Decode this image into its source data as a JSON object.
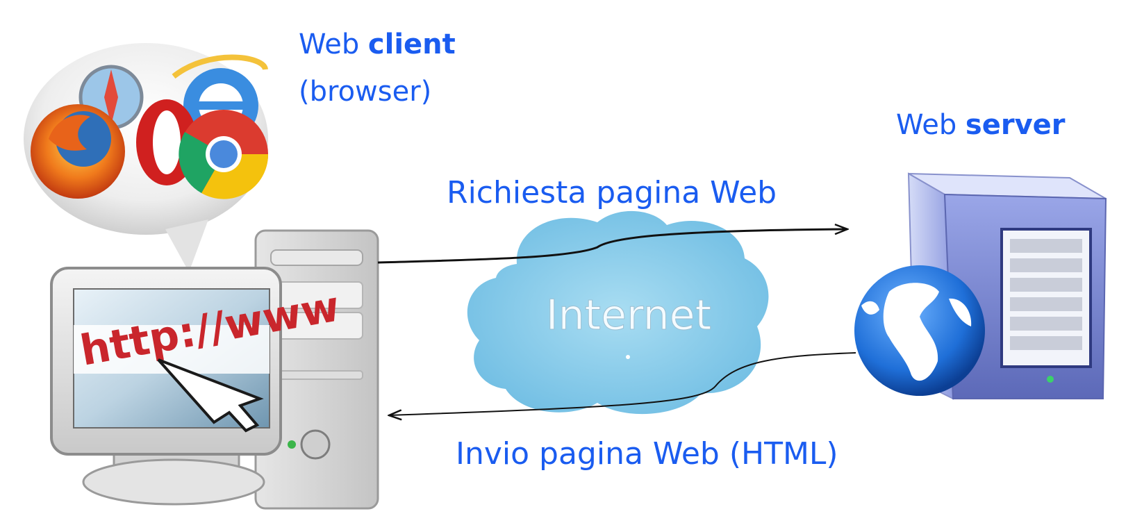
{
  "labels": {
    "client_prefix": "Web ",
    "client_bold": "client",
    "client_sub": "(browser)",
    "server_prefix": "Web ",
    "server_bold": "server",
    "request": "Richiesta pagina Web",
    "response": "Invio pagina Web (HTML)"
  },
  "cloud": {
    "text": "Internet"
  },
  "screen": {
    "url_text": "http://www"
  },
  "colors": {
    "label_blue": "#1a5cf0",
    "cloud_blue": "#79c4e6",
    "monitor_gray": "#d8d8d8",
    "globe_blue": "#1f6fd8"
  },
  "icons": {
    "browsers": [
      "firefox-icon",
      "safari-icon",
      "opera-icon",
      "ie-icon",
      "chrome-icon"
    ],
    "server": "server-tower-icon",
    "globe": "globe-icon",
    "computer": "desktop-computer-icon"
  }
}
